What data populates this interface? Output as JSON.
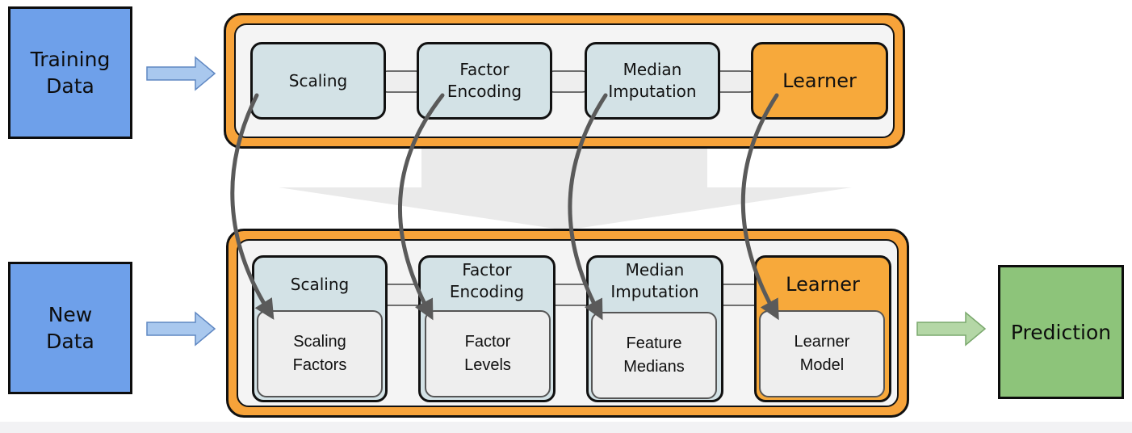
{
  "inputs": {
    "training": "Training\nData",
    "new": "New\nData"
  },
  "output": {
    "prediction": "Prediction"
  },
  "train_pipeline": {
    "steps": [
      {
        "label": "Scaling",
        "kind": "blue"
      },
      {
        "label": "Factor\nEncoding",
        "kind": "blue"
      },
      {
        "label": "Median\nImputation",
        "kind": "blue"
      },
      {
        "label": "Learner",
        "kind": "orange"
      }
    ]
  },
  "predict_pipeline": {
    "steps": [
      {
        "label": "Scaling",
        "model": "Scaling\nFactors",
        "kind": "blue"
      },
      {
        "label": "Factor\nEncoding",
        "model": "Factor\nLevels",
        "kind": "blue"
      },
      {
        "label": "Median\nImputation",
        "model": "Feature\nMedians",
        "kind": "blue"
      },
      {
        "label": "Learner",
        "model": "Learner\nModel",
        "kind": "orange"
      }
    ]
  },
  "colors": {
    "data_box": "#6ea0ea",
    "prediction_box": "#8dc47a",
    "pipeline_frame": "#f7a33a",
    "step_blue": "#d3e2e6",
    "step_orange": "#f7a93b",
    "arrow_input": "#a9c8ee",
    "arrow_output": "#b4d7a6",
    "flow_arrow": "#5a5a5a"
  }
}
